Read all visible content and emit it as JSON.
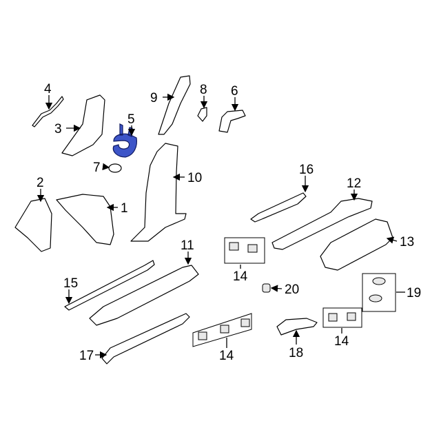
{
  "diagram": {
    "highlight_color": "#3d55c8",
    "callouts": [
      {
        "id": "c4",
        "text": "4"
      },
      {
        "id": "c3",
        "text": "3"
      },
      {
        "id": "c5",
        "text": "5"
      },
      {
        "id": "c7",
        "text": "7"
      },
      {
        "id": "c9",
        "text": "9"
      },
      {
        "id": "c8",
        "text": "8"
      },
      {
        "id": "c6",
        "text": "6"
      },
      {
        "id": "c10",
        "text": "10"
      },
      {
        "id": "c2",
        "text": "2"
      },
      {
        "id": "c1",
        "text": "1"
      },
      {
        "id": "c16",
        "text": "16"
      },
      {
        "id": "c12",
        "text": "12"
      },
      {
        "id": "c13",
        "text": "13"
      },
      {
        "id": "c11",
        "text": "11"
      },
      {
        "id": "c14a",
        "text": "14"
      },
      {
        "id": "c15",
        "text": "15"
      },
      {
        "id": "c20",
        "text": "20"
      },
      {
        "id": "c19",
        "text": "19"
      },
      {
        "id": "c14b",
        "text": "14"
      },
      {
        "id": "c18",
        "text": "18"
      },
      {
        "id": "c14c",
        "text": "14"
      },
      {
        "id": "c17",
        "text": "17"
      }
    ]
  }
}
